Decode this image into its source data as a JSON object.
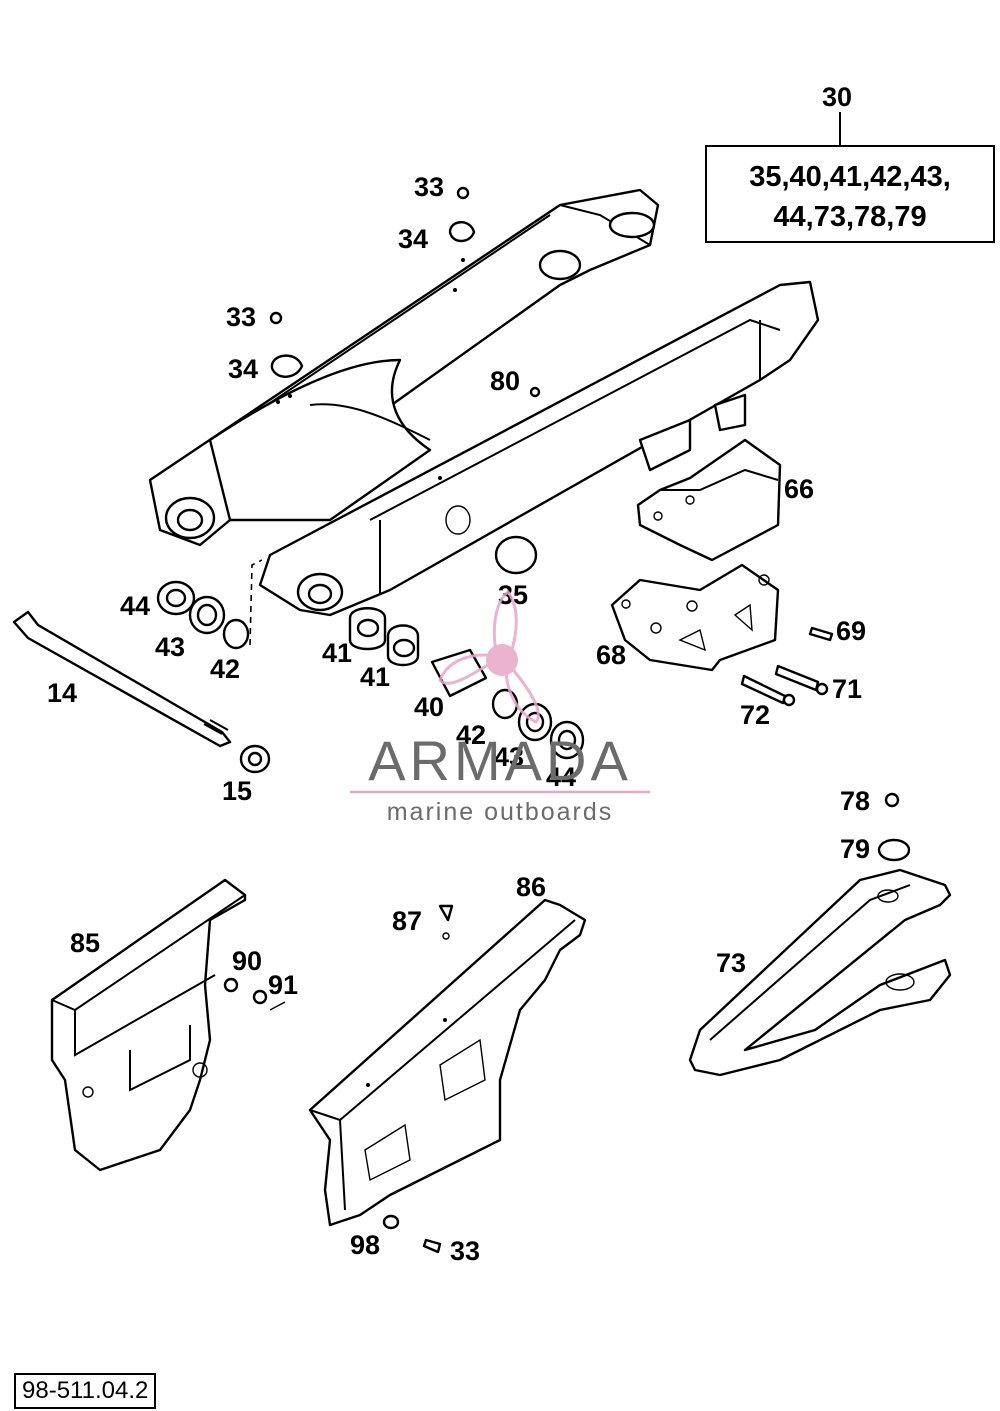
{
  "reference_code": "98-511.04.2",
  "kit": {
    "number": "30",
    "contents_line1": "35,40,41,42,43,",
    "contents_line2": "44,73,78,79"
  },
  "callouts": [
    "33",
    "34",
    "33",
    "34",
    "80",
    "66",
    "44",
    "43",
    "42",
    "14",
    "15",
    "41",
    "41",
    "35",
    "68",
    "69",
    "71",
    "72",
    "40",
    "42",
    "43",
    "44",
    "78",
    "79",
    "86",
    "87",
    "85",
    "90",
    "91",
    "73",
    "98",
    "33"
  ],
  "watermark": {
    "brand": "ARMADA",
    "tagline": "marine outboards",
    "colors": {
      "accent": "#e8a6c8",
      "text": "#6b6b6b"
    }
  }
}
